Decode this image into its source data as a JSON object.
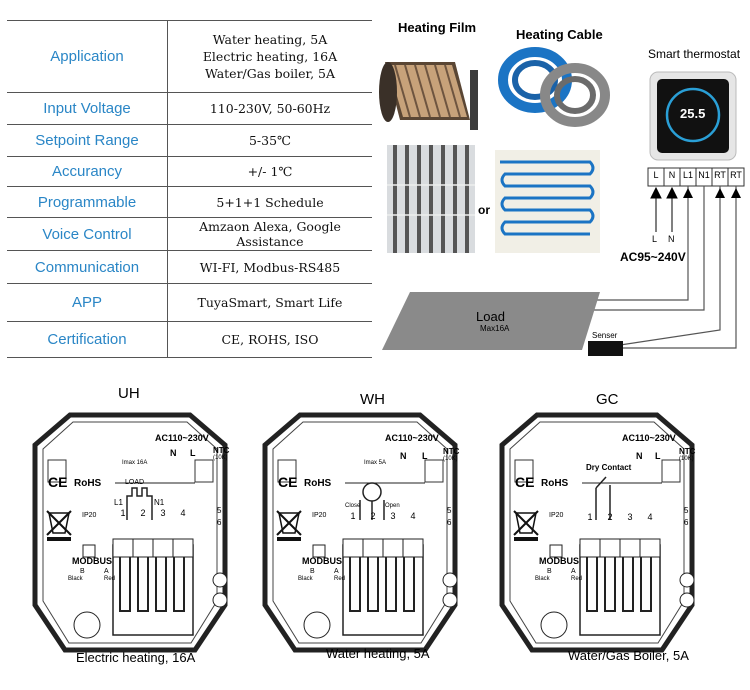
{
  "specs": [
    {
      "label": "Application",
      "values": [
        "Water heating, 5A",
        "Electric heating, 16A",
        "Water/Gas boiler, 5A"
      ]
    },
    {
      "label": "Input Voltage",
      "values": [
        "110-230V, 50-60Hz"
      ]
    },
    {
      "label": "Setpoint Range",
      "values": [
        "5-35℃"
      ]
    },
    {
      "label": "Accurancy",
      "values": [
        "+/- 1℃"
      ]
    },
    {
      "label": "Programmable",
      "values": [
        "5+1+1 Schedule"
      ]
    },
    {
      "label": "Voice Control",
      "values": [
        "Amzaon Alexa, Google Assistance"
      ]
    },
    {
      "label": "Communication",
      "values": [
        "WI-FI, Modbus-RS485"
      ]
    },
    {
      "label": "APP",
      "values": [
        "TuyaSmart, Smart Life"
      ]
    },
    {
      "label": "Certification",
      "values": [
        "CE, ROHS, ISO"
      ]
    }
  ],
  "wiring": {
    "heating_film": "Heating Film",
    "heating_cable": "Heating Cable",
    "or": "or",
    "smart_thermostat": "Smart thermostat",
    "display_temp": "25.5",
    "terminals": [
      "L",
      "N",
      "L1",
      "N1",
      "RT",
      "RT"
    ],
    "l_label": "L",
    "n_label": "N",
    "ac_range": "AC95~240V",
    "load": "Load",
    "load_max": "Max16A",
    "senser": "Senser"
  },
  "boards": [
    {
      "title": "UH",
      "caption": "Electric heating, 16A",
      "ac": "AC110~230V",
      "n": "N",
      "l": "L",
      "ntc": "NTC",
      "ntc_sub": "(10K)",
      "imax": "Imax 16A",
      "load": "LOAD",
      "l1": "L1",
      "n1": "N1",
      "terms": [
        "1",
        "2",
        "3",
        "4"
      ],
      "rohs": "RoHS",
      "ip": "IP20",
      "modbus": "MODBUS",
      "b": "B",
      "a": "A",
      "black": "Black",
      "red": "Red",
      "t5": "5",
      "t6": "6"
    },
    {
      "title": "WH",
      "caption": "Water heating, 5A",
      "ac": "AC110~230V",
      "n": "N",
      "l": "L",
      "ntc": "NTC",
      "ntc_sub": "(10K)",
      "imax": "Imax 5A",
      "close": "Close",
      "open": "Open",
      "terms": [
        "1",
        "2",
        "3",
        "4"
      ],
      "rohs": "RoHS",
      "ip": "IP20",
      "modbus": "MODBUS",
      "b": "B",
      "a": "A",
      "black": "Black",
      "red": "Red",
      "t5": "5",
      "t6": "6"
    },
    {
      "title": "GC",
      "caption": "Water/Gas Boiler, 5A",
      "ac": "AC110~230V",
      "n": "N",
      "l": "L",
      "ntc": "NTC",
      "ntc_sub": "(10K)",
      "dry": "Dry Contact",
      "terms": [
        "1",
        "2",
        "3",
        "4"
      ],
      "rohs": "RoHS",
      "ip": "IP20",
      "modbus": "MODBUS",
      "b": "B",
      "a": "A",
      "black": "Black",
      "red": "Red",
      "t5": "5",
      "t6": "6"
    }
  ],
  "colors": {
    "label_blue": "#2a86c6",
    "load_gray": "#8a8a8a",
    "cable_blue": "#1b74c4"
  }
}
